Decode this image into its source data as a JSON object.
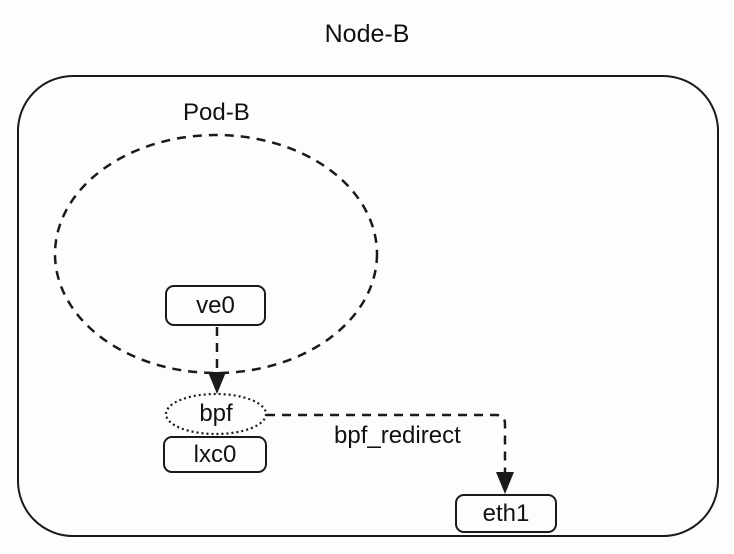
{
  "diagram": {
    "title": "Node-B",
    "pod": {
      "label": "Pod-B"
    },
    "interfaces": {
      "ve0": {
        "label": "ve0"
      },
      "bpf": {
        "label": "bpf"
      },
      "lxc0": {
        "label": "lxc0"
      },
      "eth1": {
        "label": "eth1"
      }
    },
    "edges": {
      "ve0_to_bpf": {
        "label": ""
      },
      "redirect": {
        "label": "bpf_redirect"
      }
    },
    "colors": {
      "stroke": "#1a1a1a",
      "background": "#fdfdfd"
    }
  }
}
